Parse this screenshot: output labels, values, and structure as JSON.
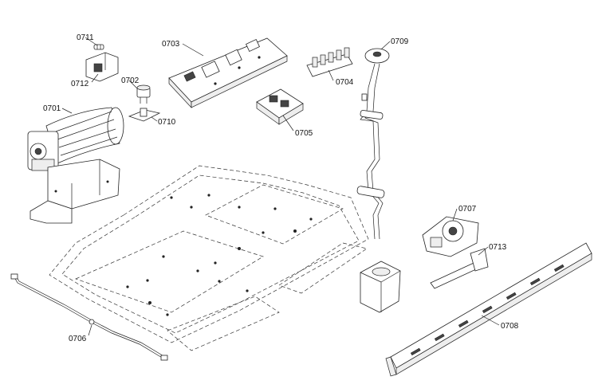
{
  "parts": [
    {
      "id": "p0701",
      "label": "0701",
      "name": "blower-fan"
    },
    {
      "id": "p0702",
      "label": "0702",
      "name": "thermostat"
    },
    {
      "id": "p0703",
      "label": "0703",
      "name": "control-board"
    },
    {
      "id": "p0704",
      "label": "0704",
      "name": "terminal-block"
    },
    {
      "id": "p0705",
      "label": "0705",
      "name": "relay-module"
    },
    {
      "id": "p0706",
      "label": "0706",
      "name": "wire-harness"
    },
    {
      "id": "p0707",
      "label": "0707",
      "name": "door-lock-motor"
    },
    {
      "id": "p0708",
      "label": "0708",
      "name": "mounting-rail"
    },
    {
      "id": "p0709",
      "label": "0709",
      "name": "temperature-sensor"
    },
    {
      "id": "p0710",
      "label": "0710",
      "name": "thermostat-bracket"
    },
    {
      "id": "p0711",
      "label": "0711",
      "name": "fuse"
    },
    {
      "id": "p0712",
      "label": "0712",
      "name": "fuse-holder"
    },
    {
      "id": "p0713",
      "label": "0713",
      "name": "lock-bracket"
    }
  ]
}
